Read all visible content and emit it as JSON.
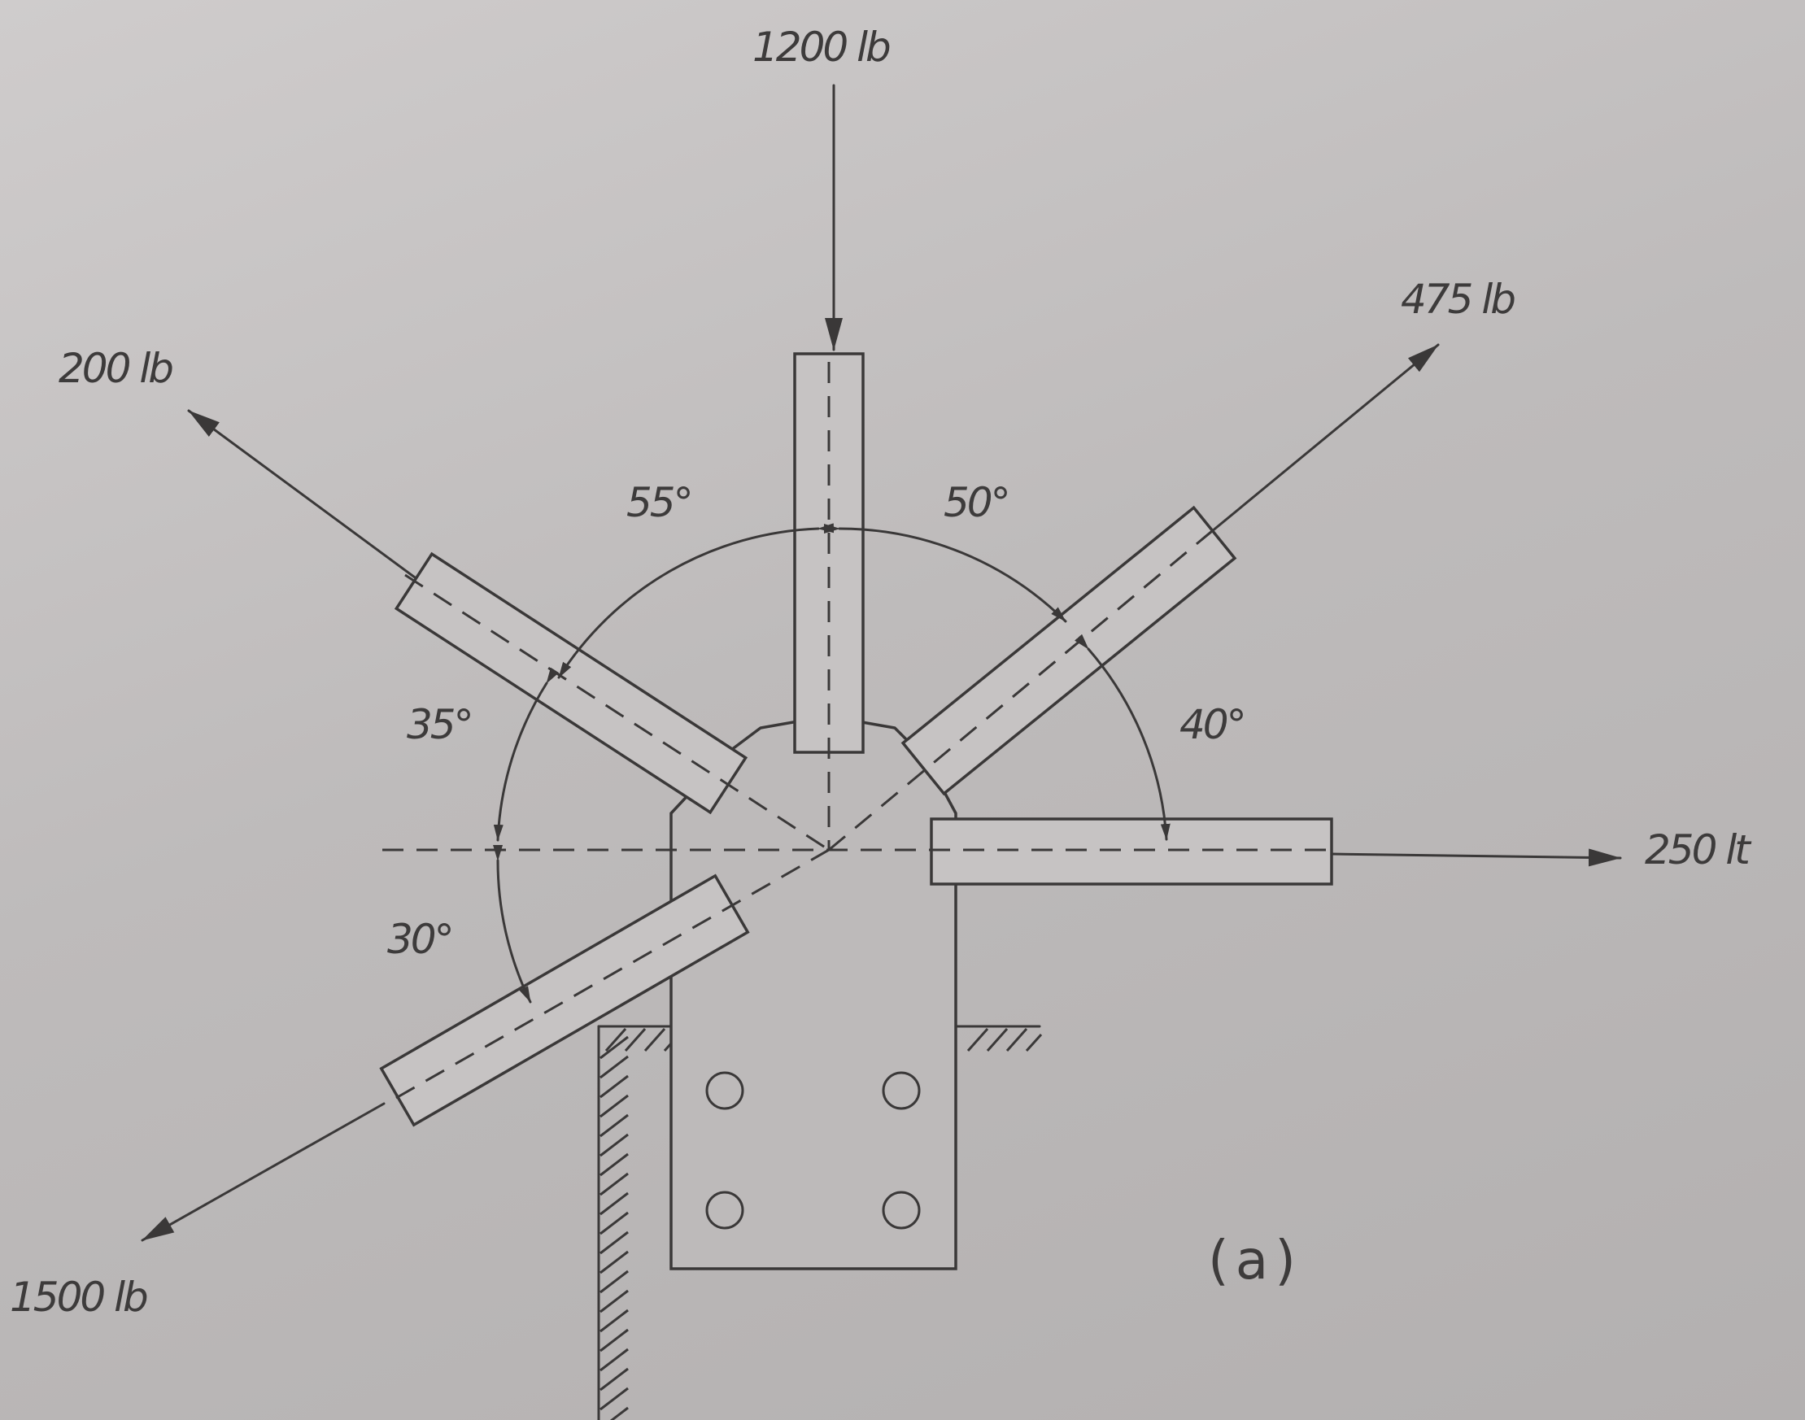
{
  "loads": {
    "top": "1200 lb",
    "upper_left": "200 lb",
    "upper_right": "475 lb",
    "right": "250 lt",
    "lower_left": "1500 lb"
  },
  "angles": {
    "top_left": "55°",
    "top_right": "50°",
    "right": "40°",
    "left_upper": "35°",
    "left_lower": "30°"
  },
  "figure_label": "(a)"
}
